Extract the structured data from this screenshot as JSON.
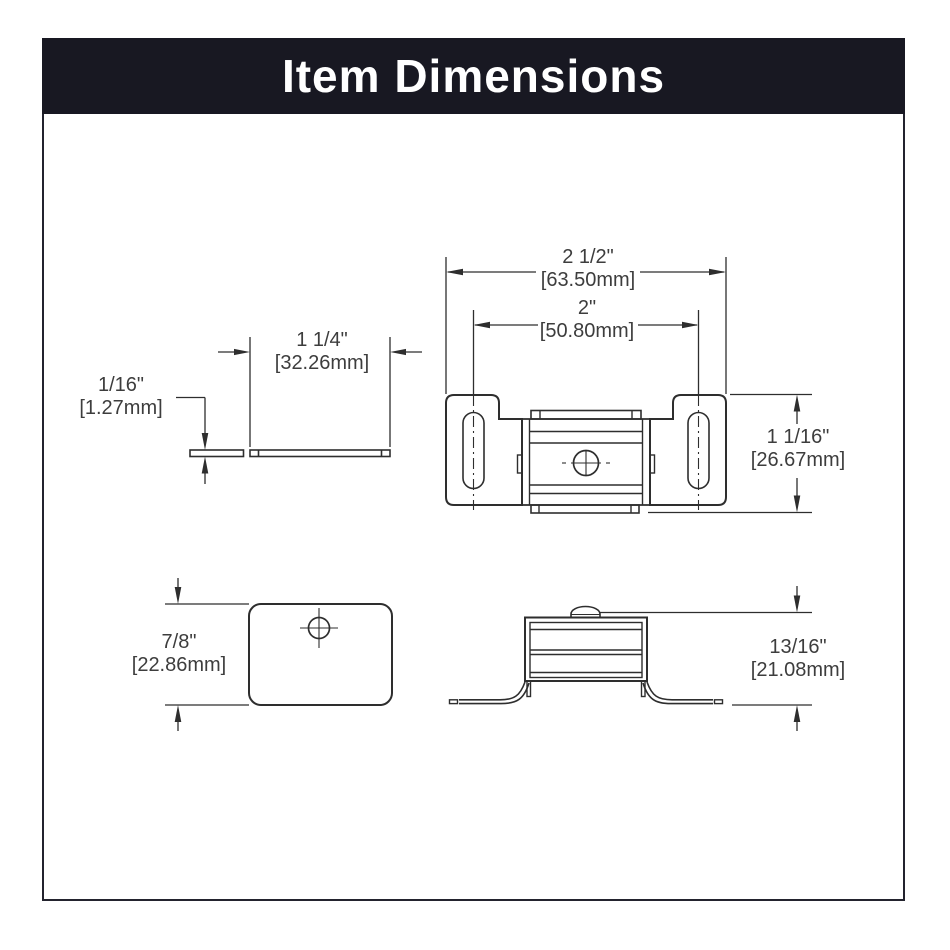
{
  "header": {
    "title": "Item Dimensions",
    "bg_color": "#181822",
    "text_color": "#ffffff"
  },
  "drawing": {
    "line_color": "#2e2e2e",
    "text_color": "#3d3d3d",
    "dimensions": {
      "overall_width": {
        "inches": "2 1/2\"",
        "mm": "[63.50mm]"
      },
      "slot_center_width": {
        "inches": "2\"",
        "mm": "[50.80mm]"
      },
      "plate_width": {
        "inches": "1 1/4\"",
        "mm": "[32.26mm]"
      },
      "plate_thickness": {
        "inches": "1/16\"",
        "mm": "[1.27mm]"
      },
      "overall_height": {
        "inches": "1 1/16\"",
        "mm": "[26.67mm]"
      },
      "plate_height": {
        "inches": "7/8\"",
        "mm": "[22.86mm]"
      },
      "catch_depth": {
        "inches": "13/16\"",
        "mm": "[21.08mm]"
      }
    }
  }
}
